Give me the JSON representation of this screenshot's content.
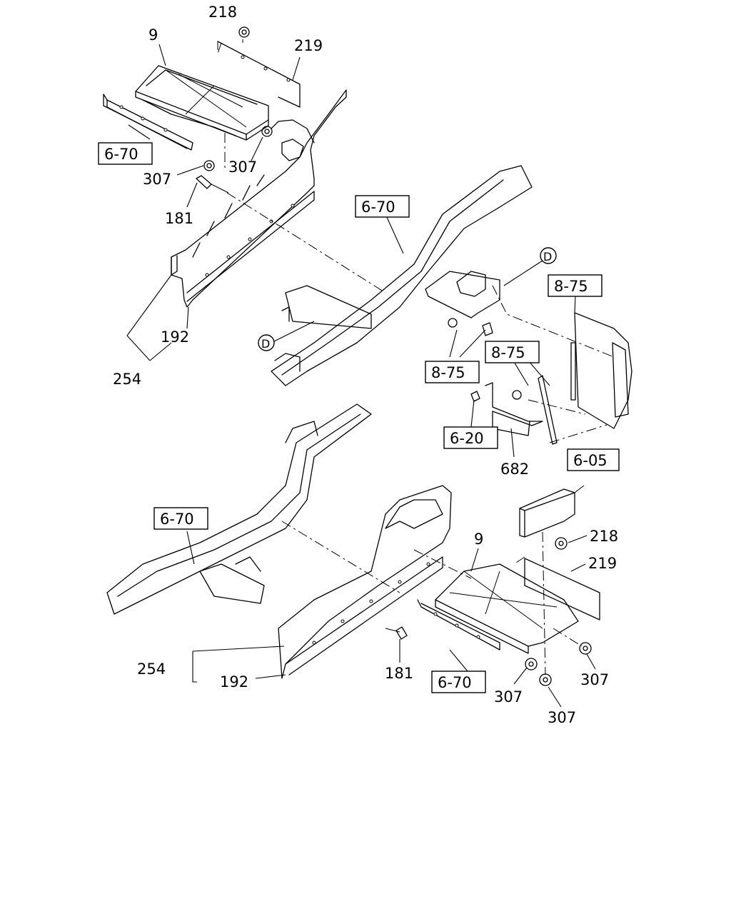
{
  "labels": {
    "u218": "218",
    "u9": "9",
    "u219": "219",
    "u670a": "6-70",
    "u307a": "307",
    "u307b": "307",
    "u181": "181",
    "u670b": "6-70",
    "u192": "192",
    "u254": "254",
    "d1": "D",
    "d2": "D",
    "u875a": "8-75",
    "u875b": "8-75",
    "u875c": "8-75",
    "u620": "6-20",
    "u682": "682",
    "u605": "6-05",
    "u670c": "6-70",
    "l9": "9",
    "l218": "218",
    "l219": "219",
    "l254": "254",
    "l192": "192",
    "l181": "181",
    "l670": "6-70",
    "l307a": "307",
    "l307b": "307",
    "l307c": "307"
  }
}
